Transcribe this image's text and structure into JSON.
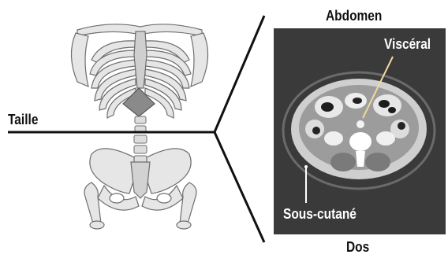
{
  "labels": {
    "waist": "Taille",
    "abdomen": "Abdomen",
    "back": "Dos",
    "visceral": "Viscéral",
    "subcutaneous": "Sous-cutané"
  },
  "colors": {
    "bone_fill": "#e6e6e6",
    "bone_stroke": "#6e6e6e",
    "ct_background": "#3a3a3a",
    "line": "#111111"
  }
}
